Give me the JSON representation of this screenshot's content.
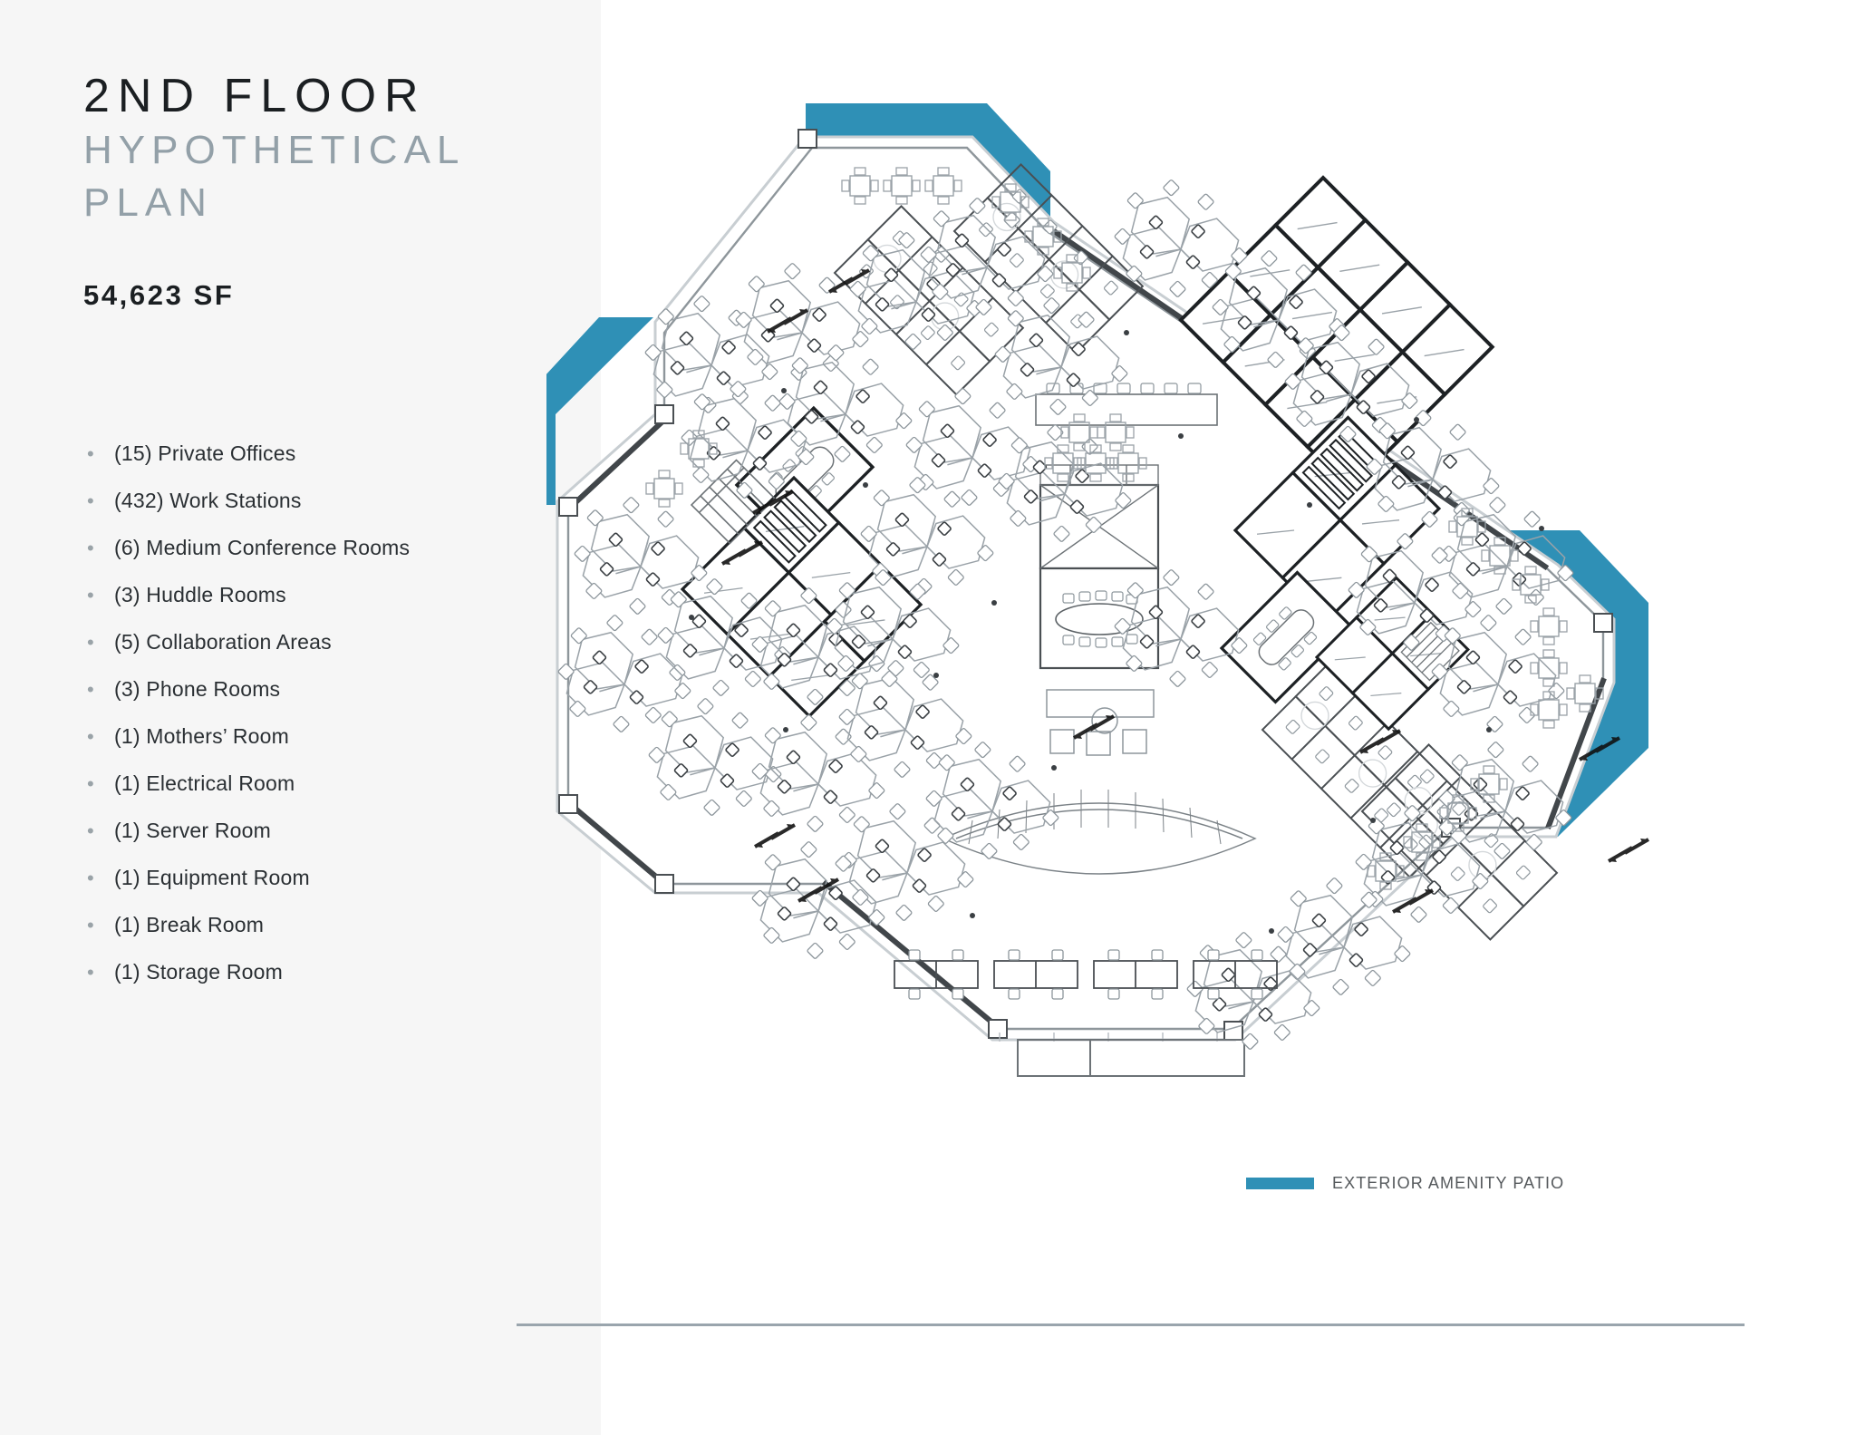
{
  "sidebar": {
    "title_main": "2ND FLOOR",
    "title_sub_line1": "HYPOTHETICAL",
    "title_sub_line2": "PLAN",
    "area": "54,623 SF",
    "bullet_glyph": "•",
    "rooms": [
      {
        "label": "(15) Private Offices"
      },
      {
        "label": "(432) Work Stations"
      },
      {
        "label": "(6) Medium Conference Rooms"
      },
      {
        "label": "(3) Huddle Rooms"
      },
      {
        "label": "(5) Collaboration Areas"
      },
      {
        "label": "(3) Phone Rooms"
      },
      {
        "label": "(1) Mothers’ Room"
      },
      {
        "label": "(1) Electrical Room"
      },
      {
        "label": "(1) Server Room"
      },
      {
        "label": "(1) Equipment Room"
      },
      {
        "label": "(1) Break Room"
      },
      {
        "label": "(1) Storage Room"
      }
    ]
  },
  "legend": {
    "label": "EXTERIOR AMENITY PATIO",
    "swatch_color": "#2f90b6"
  },
  "colors": {
    "panel_bg": "#f6f6f6",
    "title_dark": "#1b1f22",
    "title_gray": "#93a0a8",
    "accent_teal": "#2f90b6",
    "wall_dark": "#4a4f53",
    "wall_light": "#b9bfc4",
    "furniture": "#8d969c",
    "rule": "#9aa5ad"
  },
  "floorplan": {
    "name": "second-floor-hypothetical-plan",
    "description": "Irregular octagonal office floor plate rotated about 45 degrees, open workstation pods around the perimeter, private offices and conference rooms in the interior, building core at center.",
    "patios": [
      {
        "name": "patio-north-east",
        "color": "#2f90b6"
      },
      {
        "name": "patio-north-west",
        "color": "#2f90b6"
      },
      {
        "name": "patio-east",
        "color": "#2f90b6"
      }
    ]
  }
}
